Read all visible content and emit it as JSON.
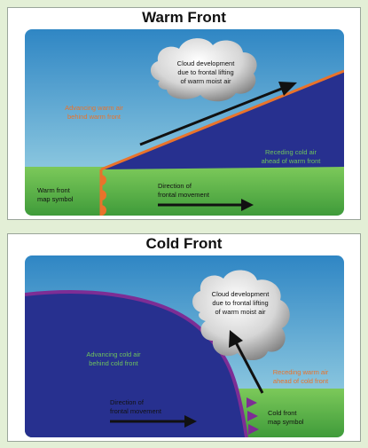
{
  "warm_front": {
    "title": "Warm Front",
    "cloud_label": [
      "Cloud development",
      "due to frontal lifting",
      "of warm moist air"
    ],
    "warm_air_label": [
      "Advancing warm air",
      "behind warm front"
    ],
    "cold_air_label": [
      "Receding cold air",
      "ahead of warm front"
    ],
    "map_symbol_label": [
      "Warm front",
      "map symbol"
    ],
    "movement_label": [
      "Direction of",
      "frontal movement"
    ]
  },
  "cold_front": {
    "title": "Cold Front",
    "cloud_label": [
      "Cloud development",
      "due to frontal lifting",
      "of warm moist air"
    ],
    "cold_air_label": [
      "Advancing cold air",
      "behind cold front"
    ],
    "warm_air_label": [
      "Receding warm air",
      "ahead of cold front"
    ],
    "map_symbol_label": [
      "Cold front",
      "map symbol"
    ],
    "movement_label": [
      "Direction of",
      "frontal movement"
    ]
  },
  "colors": {
    "sky_top": "#2f86c4",
    "sky_bottom": "#a9dce8",
    "cold_air": "#27308f",
    "ground": "#54b046",
    "warm_line": "#e9732b",
    "cold_line": "#7d2d95",
    "warm_text": "#e9732b",
    "cold_text": "#6fc25d",
    "arrow": "#111111"
  }
}
